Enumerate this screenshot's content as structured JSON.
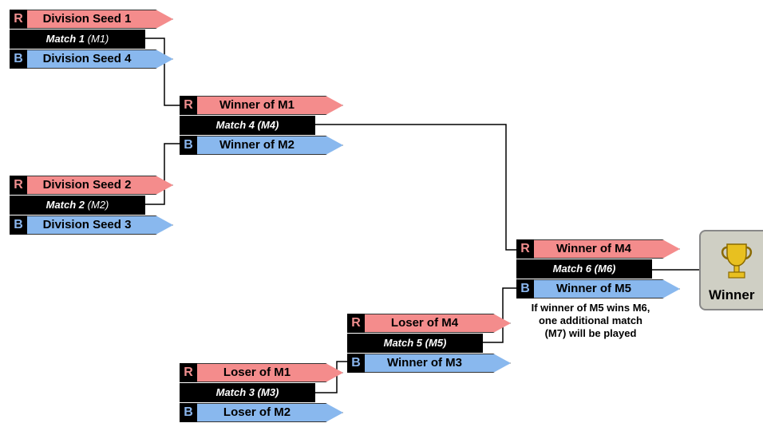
{
  "colors": {
    "red": "#f48c8c",
    "blue": "#89b8ee",
    "bar": "#000000",
    "trophy": "#e8c020",
    "winner_box": "#cfcfc4"
  },
  "side_labels": {
    "red": "R",
    "blue": "B"
  },
  "matches": {
    "m1": {
      "red": "Division Seed 1",
      "blue": "Division Seed 4",
      "name": "Match 1",
      "code": "(M1)"
    },
    "m2": {
      "red": "Division Seed 2",
      "blue": "Division Seed 3",
      "name": "Match 2",
      "code": "(M2)"
    },
    "m4": {
      "red": "Winner of M1",
      "blue": "Winner of M2",
      "name": "Match 4",
      "code": "(M4)"
    },
    "m3": {
      "red": "Loser of M1",
      "blue": "Loser of M2",
      "name": "Match 3",
      "code": "(M3)"
    },
    "m5": {
      "red": "Loser of M4",
      "blue": "Winner of M3",
      "name": "Match 5",
      "code": "(M5)"
    },
    "m6": {
      "red": "Winner of M4",
      "blue": "Winner of M5",
      "name": "Match 6",
      "code": "(M6)"
    }
  },
  "note": {
    "line1": "If winner of M5 wins M6,",
    "line2": "one additional match",
    "line3": "(M7) will be played"
  },
  "winner": {
    "label": "Winner",
    "icon": "trophy-icon"
  }
}
